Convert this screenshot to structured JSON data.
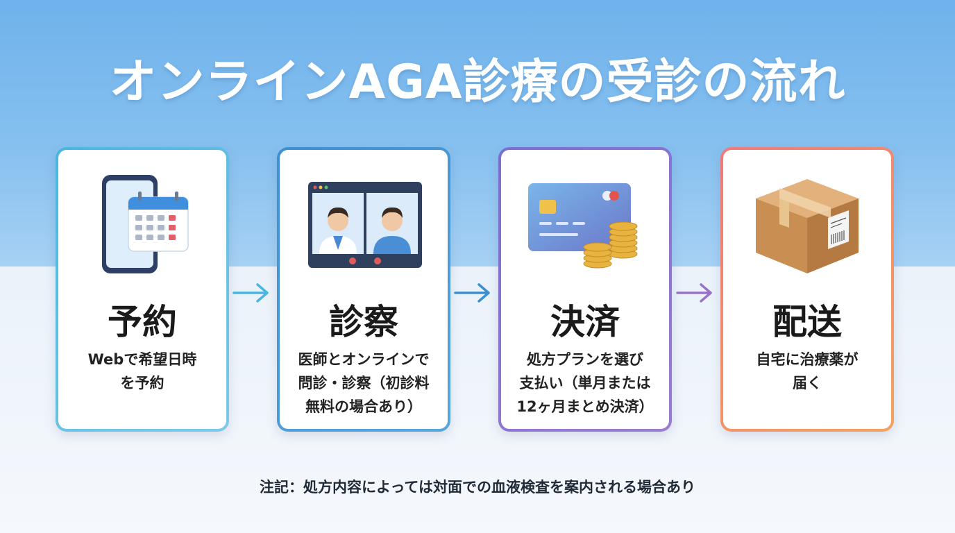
{
  "title": "オンラインAGA診療の受診の流れ",
  "steps": [
    {
      "title": "予約",
      "description": "Webで希望日時\nを予約",
      "icon": "calendar-phone-icon"
    },
    {
      "title": "診察",
      "description": "医師とオンラインで\n問診・診察（初診料\n無料の場合あり）",
      "icon": "video-call-icon"
    },
    {
      "title": "決済",
      "description": "処方プランを選び\n支払い（単月または\n12ヶ月まとめ決済）",
      "icon": "credit-card-coins-icon"
    },
    {
      "title": "配送",
      "description": "自宅に治療薬が\n届く",
      "icon": "package-box-icon"
    }
  ],
  "note": "注記：処方内容によっては対面での血液検査を案内される場合あり",
  "colors": {
    "step1": "#49b6e0",
    "step2": "#3d8fd0",
    "step3": "#7a6fd0",
    "step4": "#ef7a7a",
    "header_bg": "#6fb2ec"
  }
}
